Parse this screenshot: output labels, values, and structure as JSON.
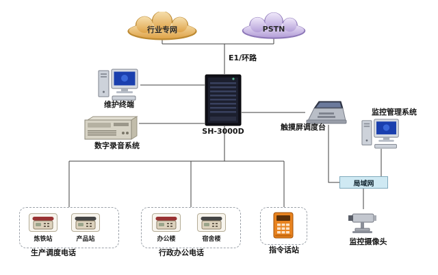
{
  "clouds": [
    {
      "label": "行业专网"
    },
    {
      "label": "PSTN"
    }
  ],
  "trunk": {
    "label": "E1/环路"
  },
  "pbx": {
    "label": "SH-3000D"
  },
  "maintenance": {
    "label": "维护终端"
  },
  "recorder": {
    "label": "数字录音系统"
  },
  "console": {
    "label": "触摸屏调度台"
  },
  "monitor_system": {
    "label": "监控管理系统"
  },
  "lan": {
    "label": "局域网"
  },
  "camera": {
    "label": "监控摄像头"
  },
  "groups": [
    {
      "title": "生产调度电话",
      "items": [
        {
          "label": "炼铁站"
        },
        {
          "label": "产品站"
        }
      ]
    },
    {
      "title": "行政办公电话",
      "items": [
        {
          "label": "办公楼"
        },
        {
          "label": "宿舍楼"
        }
      ]
    },
    {
      "title": "指令话站",
      "items": []
    }
  ],
  "colors": {
    "industry_cloud": "#dfa348",
    "pstn_cloud": "#b49fd8",
    "lan_fill": "#cfe9f3",
    "connector_line": "#3f3f3f",
    "command_phone": "#e8831f"
  }
}
